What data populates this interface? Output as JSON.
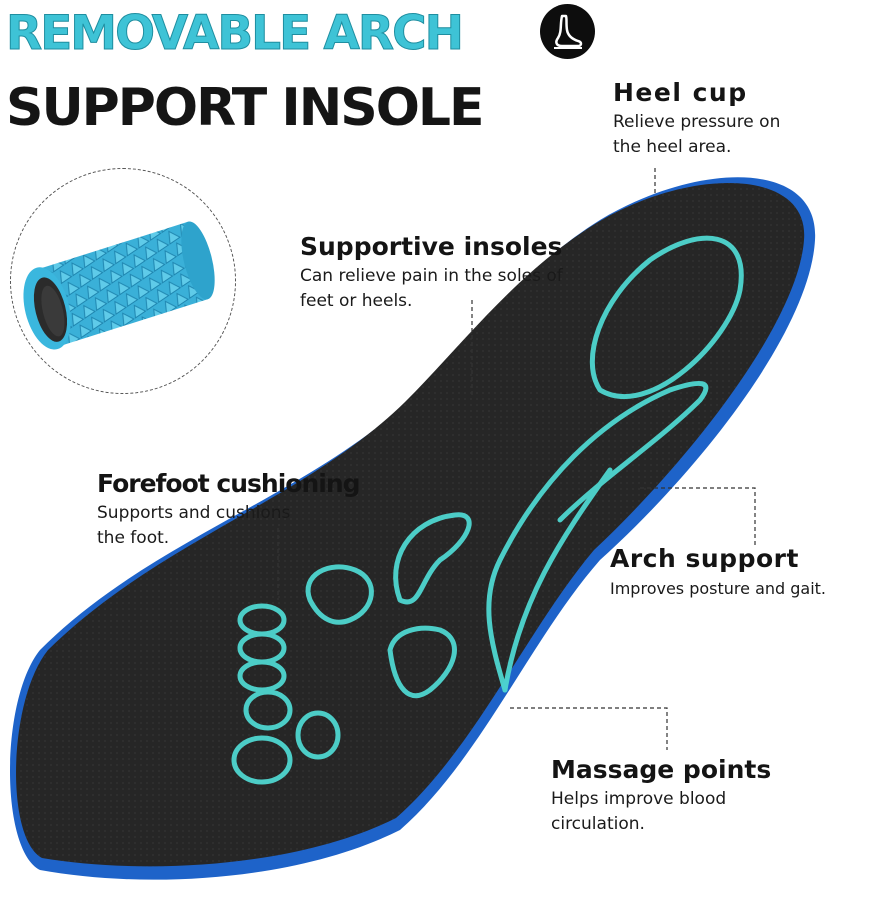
{
  "heading": {
    "line1": "REMOVABLE ARCH",
    "line2": "SUPPORT INSOLE",
    "line1_color": "#3ec3d6",
    "line2_color": "#151515"
  },
  "badge": {
    "icon": "foot-arch-icon"
  },
  "callouts": {
    "heel_cup": {
      "title": "Heel cup",
      "text": "Relieve pressure on the heel area."
    },
    "supportive_insoles": {
      "title": "Supportive insoles",
      "text": "Can relieve pain in the soles of feet or heels."
    },
    "forefoot": {
      "title": "Forefoot cushioning",
      "text": "Supports and cushions the foot."
    },
    "arch": {
      "title": "Arch support",
      "text": "Improves posture and gait."
    },
    "massage": {
      "title": "Massage points",
      "text": "Helps improve blood circulation."
    }
  },
  "colors": {
    "insole_top": "#262626",
    "insole_edge": "#1e63c9",
    "accent_lines": "#4fd6d0",
    "foam": "#3fb3da"
  }
}
